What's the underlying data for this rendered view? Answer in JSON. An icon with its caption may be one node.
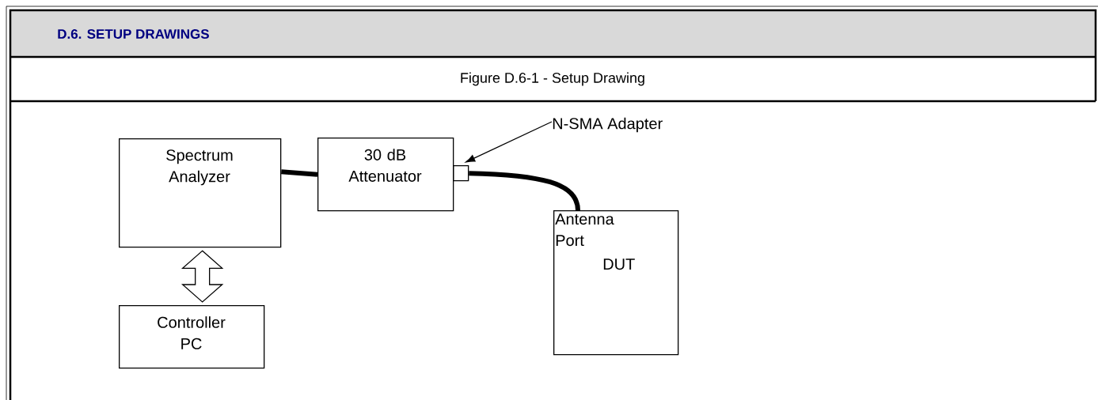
{
  "diagram": {
    "title": "D.6. SETUP DRAWINGS",
    "caption": "Figure D.6-1 - Setup Drawing",
    "nodes": [
      {
        "text": [
          "Spectrum Analyzer"
        ]
      },
      {
        "text": [
          "30 dB Attenuator"
        ]
      },
      {
        "text": [],
        "shape": "box"
      },
      {
        "text": [
          "Antenna Port",
          "DUT"
        ]
      },
      {
        "text": [
          "Controller PC"
        ]
      },
      {
        "text": [
          "N-SMA Adapter"
        ]
      }
    ],
    "edges": [
      {
        "from": 0,
        "to": 1,
        "arrow": "none"
      },
      {
        "from": 2,
        "to": 3,
        "arrow": "none"
      },
      {
        "from": 5,
        "to": 2,
        "arrow": "to"
      },
      {
        "from": 0,
        "to": 4,
        "arrow": "both"
      }
    ]
  }
}
